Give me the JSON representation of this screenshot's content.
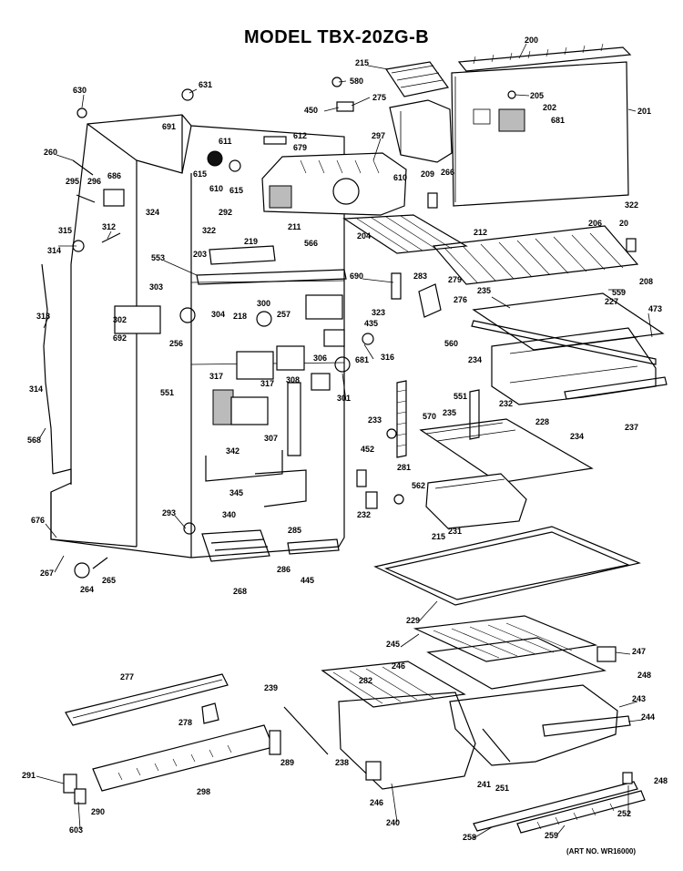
{
  "title": "MODEL TBX-20ZG-B",
  "art_number": "(ART NO. WR16000)",
  "callouts": {
    "c200": "200",
    "c215a": "215",
    "c580": "580",
    "c275": "275",
    "c450": "450",
    "c205": "205",
    "c202": "202",
    "c681a": "681",
    "c201": "201",
    "c297": "297",
    "c266": "266",
    "c209": "209",
    "c610a": "610",
    "c322a": "322",
    "c630": "630",
    "c631": "631",
    "c691": "691",
    "c611": "611",
    "c612": "612",
    "c679": "679",
    "c260": "260",
    "c615a": "615",
    "c615b": "615",
    "c686": "686",
    "c295": "295",
    "c296": "296",
    "c610b": "610",
    "c324": "324",
    "c292": "292",
    "c322b": "322",
    "c211": "211",
    "c212": "212",
    "c206": "206",
    "c20": "20",
    "c315": "315",
    "c312": "312",
    "c314": "314",
    "c219": "219",
    "c566": "566",
    "c204": "204",
    "c208": "208",
    "c553": "553",
    "c203": "203",
    "c690": "690",
    "c283": "283",
    "c279": "279",
    "c559": "559",
    "c303": "303",
    "c300": "300",
    "c304": "304",
    "c235a": "235",
    "c227": "227",
    "c473": "473",
    "c313": "313",
    "c302": "302",
    "c692": "692",
    "c218": "218",
    "c257": "257",
    "c323": "323",
    "c276": "276",
    "c256": "256",
    "c435": "435",
    "c316": "316",
    "c560": "560",
    "c234a": "234",
    "c306": "306",
    "c681b": "681",
    "c317a": "317",
    "c317b": "317",
    "c308": "308",
    "c551a": "551",
    "c301": "301",
    "c551b": "551",
    "c232a": "232",
    "c314b": "314",
    "c235b": "235",
    "c570": "570",
    "c233": "233",
    "c228": "228",
    "c234b": "234",
    "c237": "237",
    "c568": "568",
    "c342": "342",
    "c307": "307",
    "c452": "452",
    "c281": "281",
    "c345": "345",
    "c562": "562",
    "c340": "340",
    "c232b": "232",
    "c676": "676",
    "c293": "293",
    "c285": "285",
    "c215b": "215",
    "c231": "231",
    "c267": "267",
    "c286": "286",
    "c445": "445",
    "c264": "264",
    "c265": "265",
    "c268": "268",
    "c229": "229",
    "c245": "245",
    "c247": "247",
    "c246a": "246",
    "c248a": "248",
    "c282": "282",
    "c277": "277",
    "c239": "239",
    "c243": "243",
    "c244": "244",
    "c278": "278",
    "c289": "289",
    "c238": "238",
    "c241": "241",
    "c251": "251",
    "c291": "291",
    "c298": "298",
    "c246b": "246",
    "c248b": "248",
    "c290": "290",
    "c603": "603",
    "c240": "240",
    "c252": "252",
    "c258": "258",
    "c259": "259"
  }
}
